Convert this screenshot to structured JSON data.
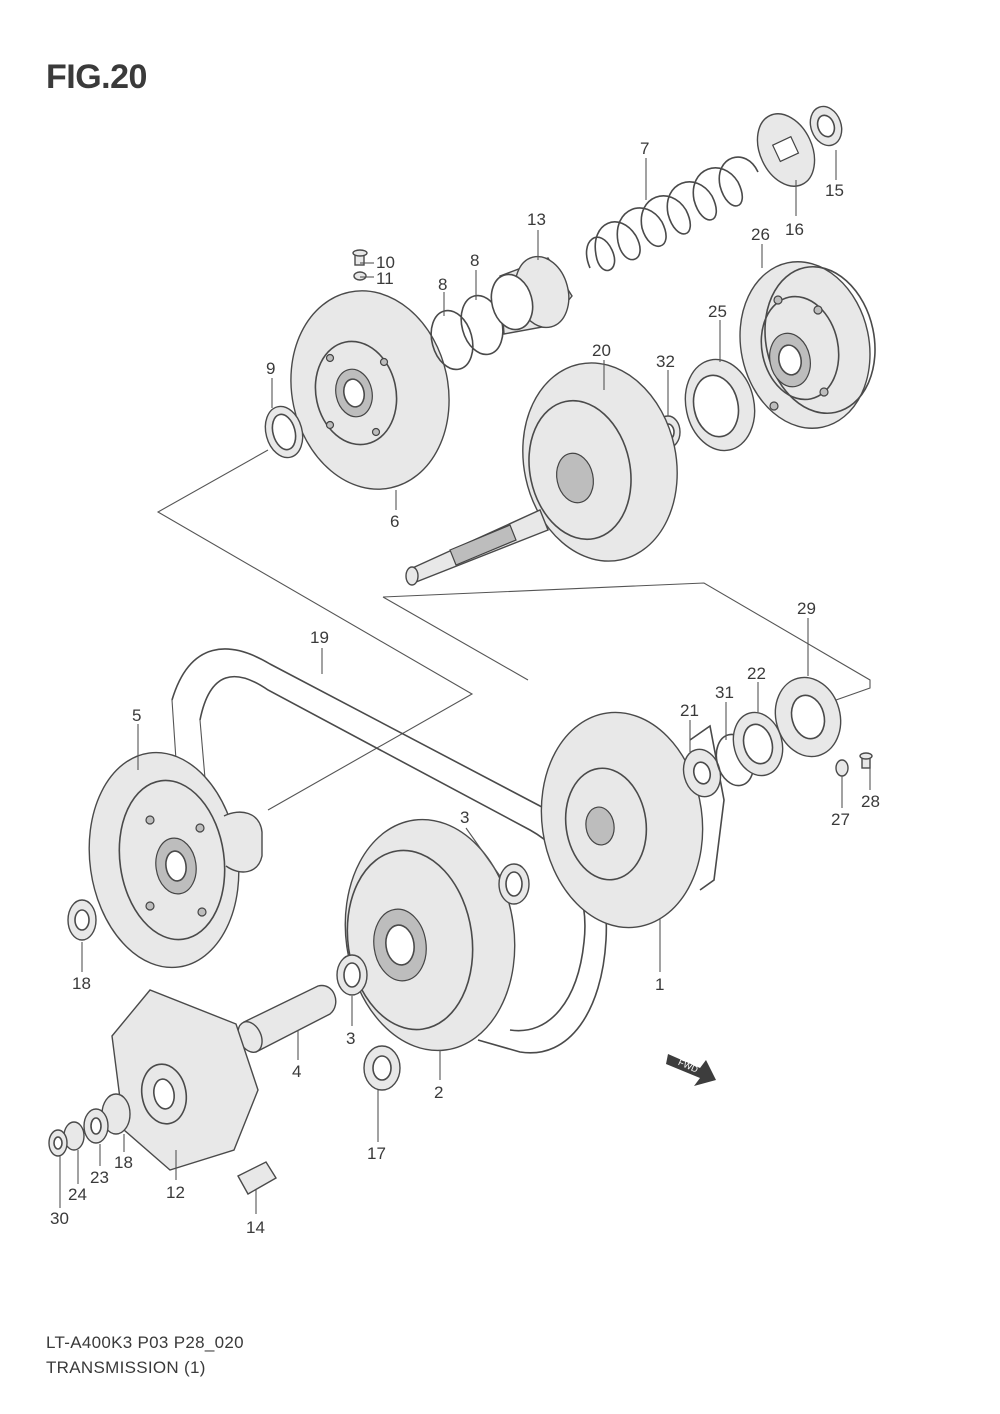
{
  "figure": {
    "title": "FIG.20"
  },
  "footer": {
    "code": "LT-A400K3 P03 P28_020",
    "caption": "TRANSMISSION (1)"
  },
  "fwd_label": "FWD",
  "callouts": [
    {
      "id": "c1",
      "label": "1"
    },
    {
      "id": "c2",
      "label": "2"
    },
    {
      "id": "c3a",
      "label": "3"
    },
    {
      "id": "c3b",
      "label": "3"
    },
    {
      "id": "c4",
      "label": "4"
    },
    {
      "id": "c5",
      "label": "5"
    },
    {
      "id": "c6",
      "label": "6"
    },
    {
      "id": "c7",
      "label": "7"
    },
    {
      "id": "c8a",
      "label": "8"
    },
    {
      "id": "c8b",
      "label": "8"
    },
    {
      "id": "c9",
      "label": "9"
    },
    {
      "id": "c10",
      "label": "10"
    },
    {
      "id": "c11",
      "label": "11"
    },
    {
      "id": "c12",
      "label": "12"
    },
    {
      "id": "c13",
      "label": "13"
    },
    {
      "id": "c14",
      "label": "14"
    },
    {
      "id": "c15",
      "label": "15"
    },
    {
      "id": "c16",
      "label": "16"
    },
    {
      "id": "c17",
      "label": "17"
    },
    {
      "id": "c18a",
      "label": "18"
    },
    {
      "id": "c18b",
      "label": "18"
    },
    {
      "id": "c19",
      "label": "19"
    },
    {
      "id": "c20",
      "label": "20"
    },
    {
      "id": "c21",
      "label": "21"
    },
    {
      "id": "c22",
      "label": "22"
    },
    {
      "id": "c23",
      "label": "23"
    },
    {
      "id": "c24",
      "label": "24"
    },
    {
      "id": "c25",
      "label": "25"
    },
    {
      "id": "c26",
      "label": "26"
    },
    {
      "id": "c27",
      "label": "27"
    },
    {
      "id": "c28",
      "label": "28"
    },
    {
      "id": "c29",
      "label": "29"
    },
    {
      "id": "c30",
      "label": "30"
    },
    {
      "id": "c31",
      "label": "31"
    },
    {
      "id": "c32",
      "label": "32"
    }
  ]
}
